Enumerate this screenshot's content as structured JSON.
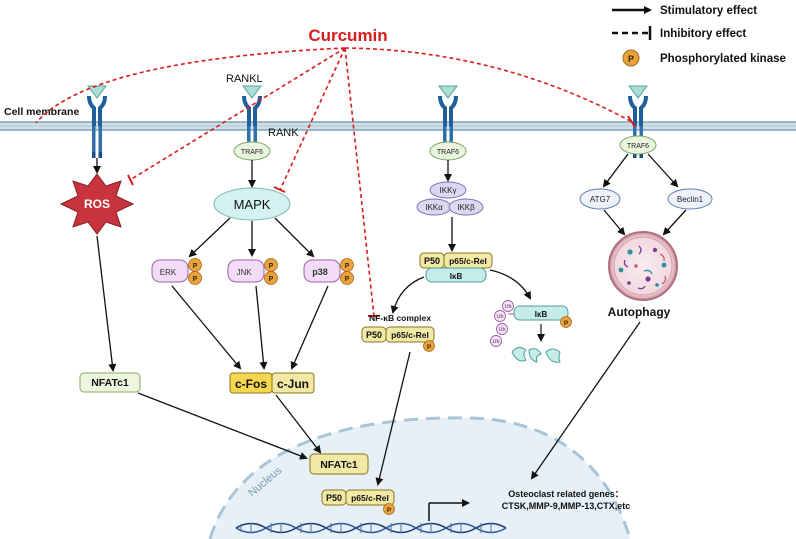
{
  "title": "Curcumin",
  "legend": {
    "stimulatory": "Stimulatory effect",
    "inhibitory": "Inhibitory effect",
    "phospho": "Phosphorylated kinase",
    "p_symbol": "P"
  },
  "membrane_label": "Cell membrane",
  "receptor_labels": {
    "rankl": "RANKL",
    "rank": "RANK"
  },
  "ros": "ROS",
  "traf6": "TRAF6",
  "mapk": "MAPK",
  "erk": "ERK",
  "jnk": "JNK",
  "p38": "p38",
  "cfos": "c-Fos",
  "cjun": "c-Jun",
  "nfatc1": "NFATc1",
  "ikk": {
    "gamma": "IKKγ",
    "alpha": "IKKα",
    "beta": "IKKβ"
  },
  "p50": "P50",
  "p65": "p65/c-Rel",
  "ikb": "IκB",
  "nfkb_complex": "NF-κB complex",
  "ub": "Ub",
  "atg7": "ATG7",
  "beclin1": "Beclin1",
  "autophagy": "Autophagy",
  "nucleus": "Nucleus",
  "genes": {
    "title": "Osteoclast related genes：",
    "list": "CTSK,MMP-9,MMP-13,CTX,etc"
  },
  "colors": {
    "curcumin_red": "#d91c1c",
    "membrane_blue": "#2f6fab",
    "ros_red": "#c8343d",
    "kinase_pink": "#f3dcf6",
    "phospho_orange": "#e8a33d",
    "mapk_teal": "#d4f2ef",
    "nucleus_blue": "#e6f0f6",
    "yellow_box": "#f3e9a6",
    "green_box": "#eff6df"
  }
}
